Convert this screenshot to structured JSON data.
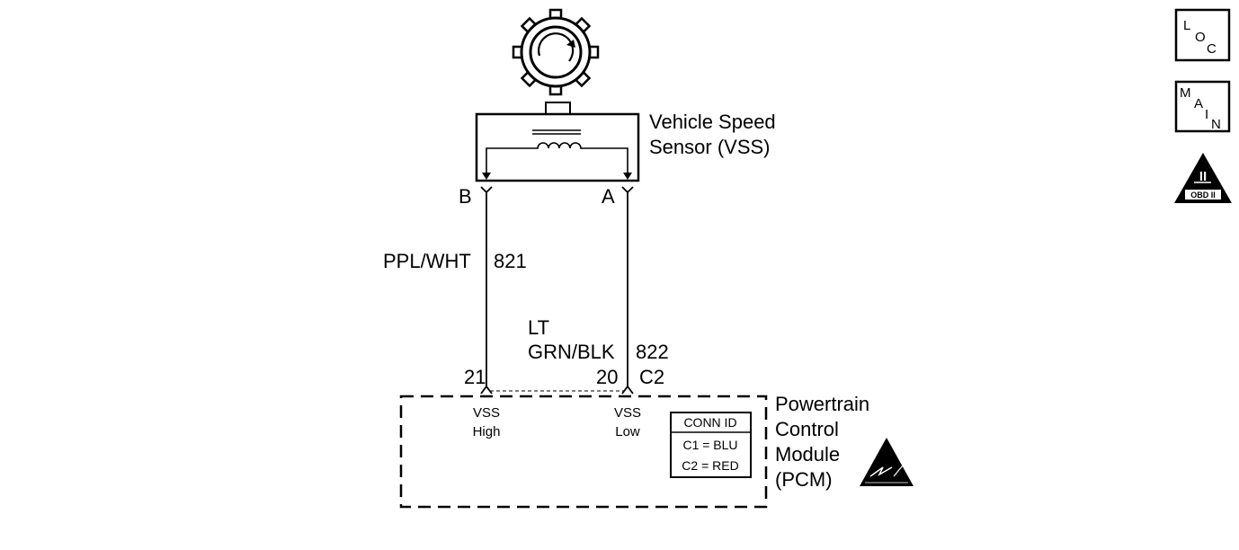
{
  "sensor": {
    "name_line1": "Vehicle Speed",
    "name_line2": "Sensor (VSS)",
    "terminal_b": "B",
    "terminal_a": "A"
  },
  "wires": [
    {
      "color": "PPL/WHT",
      "circuit": "821"
    },
    {
      "color_line1": "LT",
      "color_line2": "GRN/BLK",
      "circuit": "822"
    }
  ],
  "pcm": {
    "pin_high": "21",
    "pin_low": "20",
    "connector": "C2",
    "label_high_1": "VSS",
    "label_high_2": "High",
    "label_low_1": "VSS",
    "label_low_2": "Low",
    "conn_id_title": "CONN ID",
    "conn_id_c1": "C1 = BLU",
    "conn_id_c2": "C2 = RED",
    "name_line1": "Powertrain",
    "name_line2": "Control",
    "name_line3": "Module",
    "name_line4": "(PCM)"
  },
  "nav": {
    "loc_l": "L",
    "loc_o": "O",
    "loc_c": "C",
    "main_m": "M",
    "main_a": "A",
    "main_i": "I",
    "main_n": "N",
    "obd_numeral": "II",
    "obd_text": "OBD II"
  },
  "icons": [
    "reluctor-wheel-icon",
    "coil-icon",
    "esd-warning-icon",
    "obd-ii-icon"
  ]
}
